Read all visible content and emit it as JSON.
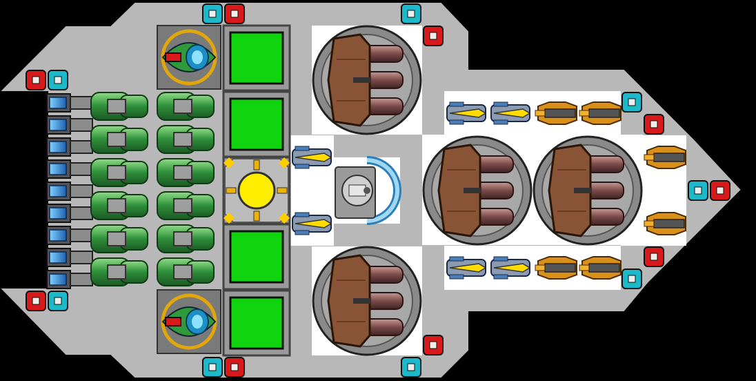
{
  "ship": {
    "hull_color": "#b8b8b8",
    "floor_color": "#ffffff",
    "background_color": "#000000",
    "modules": {
      "heavy_turrets": [
        {
          "name": "turret-top"
        },
        {
          "name": "turret-bottom"
        },
        {
          "name": "turret-mid-left"
        },
        {
          "name": "turret-mid-right"
        }
      ],
      "cockpits": 2,
      "green_panels": 4,
      "reactor_core": {
        "color": "#ffee00"
      },
      "gyroscope": 1,
      "thruster_rows": 9,
      "yellow_gun_pods": 6,
      "orange_cannons": 6,
      "sensor_pairs": {
        "blue": "#1ab8c8",
        "red": "#d81a1a"
      }
    }
  }
}
